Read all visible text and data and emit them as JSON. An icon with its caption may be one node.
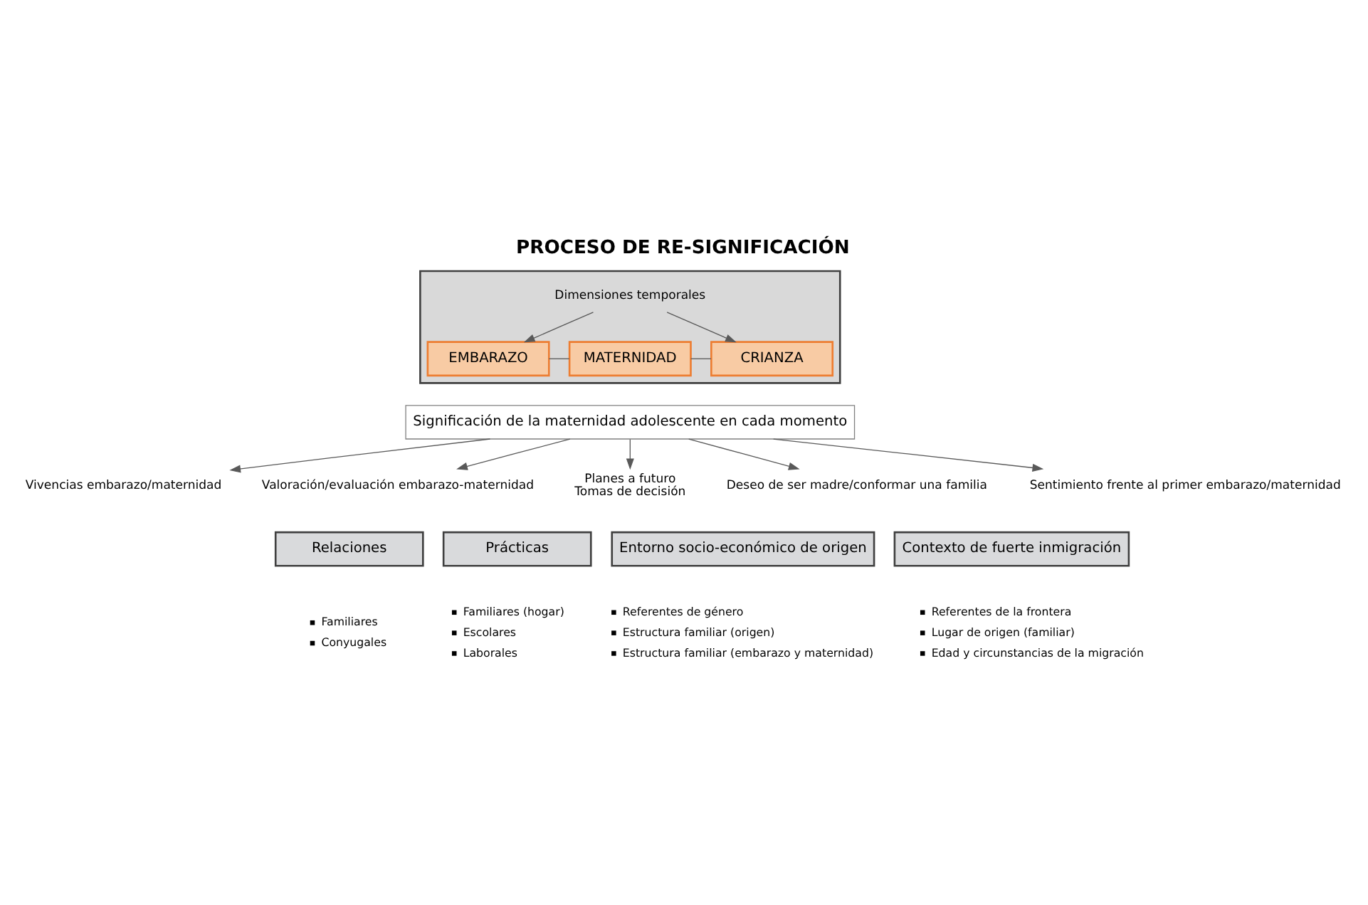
{
  "diagram": {
    "title": "PROCESO DE RE-SIGNIFICACIÓN",
    "nodes": [
      {
        "text": [],
        "shape": "arrow"
      },
      {
        "text": [
          "Dimensiones temporales"
        ],
        "in": 0
      },
      {
        "text": [
          "EMBARAZO"
        ],
        "in": 0
      },
      {
        "text": [
          "MATERNIDAD"
        ],
        "in": 0
      },
      {
        "text": [
          "CRIANZA"
        ],
        "in": 0
      },
      {
        "text": [
          "Significación de la maternidad adolescente en cada momento"
        ]
      },
      {
        "text": [
          "Vivencias embarazo/maternidad"
        ]
      },
      {
        "text": [
          "Valoración/evaluación embarazo-maternidad"
        ]
      },
      {
        "text": [
          "Planes a futuro",
          "Tomas de decisión"
        ]
      },
      {
        "text": [
          "Deseo de ser madre/conformar una familia"
        ]
      },
      {
        "text": [
          "Sentimiento frente al primer embarazo/maternidad"
        ]
      },
      {
        "text": [
          "Relaciones"
        ],
        "beside": [
          "Familiares",
          "Conyugales"
        ]
      },
      {
        "text": [
          "Prácticas"
        ],
        "beside": [
          "Familiares (hogar)",
          "Escolares",
          "Laborales"
        ]
      },
      {
        "text": [
          "Entorno socio-económico de origen"
        ],
        "beside": [
          "Referentes de género",
          "Estructura familiar (origen)",
          "Estructura familiar (embarazo y maternidad)"
        ]
      },
      {
        "text": [
          "Contexto de fuerte inmigración"
        ],
        "beside": [
          "Referentes de la frontera",
          "Lugar de origen (familiar)",
          "Edad y circunstancias de la migración"
        ]
      }
    ],
    "edges": [
      {
        "from": 1,
        "to": 2,
        "arrow": "to"
      },
      {
        "from": 1,
        "to": 4,
        "arrow": "to"
      },
      {
        "from": 2,
        "to": 3,
        "arrow": "none"
      },
      {
        "from": 3,
        "to": 4,
        "arrow": "none"
      },
      {
        "from": 5,
        "to": 6,
        "arrow": "to"
      },
      {
        "from": 5,
        "to": 7,
        "arrow": "to"
      },
      {
        "from": 5,
        "to": 8,
        "arrow": "to"
      },
      {
        "from": 5,
        "to": 9,
        "arrow": "to"
      },
      {
        "from": 5,
        "to": 10,
        "arrow": "to"
      }
    ]
  }
}
